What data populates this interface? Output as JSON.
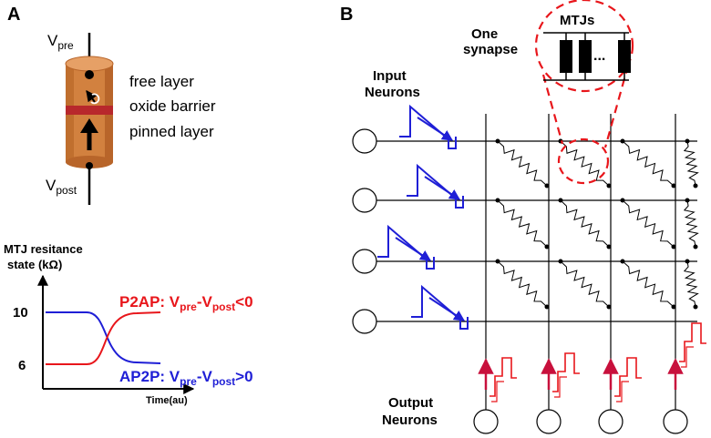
{
  "panel_a": {
    "letter": "A",
    "v_pre": "V",
    "v_pre_sub": "pre",
    "v_post": "V",
    "v_post_sub": "post",
    "free_layer": "free layer",
    "oxide_barrier": "oxide barrier",
    "pinned_layer": "pinned layer",
    "graph_ylabel_1": "MTJ resitance",
    "graph_ylabel_2": "state (kΩ)",
    "graph_xlabel": "Time(au)",
    "tick_high": "10",
    "tick_low": "6",
    "p2ap_prefix": "P2AP: V",
    "p2ap_sub1": "pre",
    "p2ap_mid": "-V",
    "p2ap_sub2": "post",
    "p2ap_suffix": "<0",
    "ap2p_prefix": "AP2P: V",
    "ap2p_sub1": "pre",
    "ap2p_mid": "-V",
    "ap2p_sub2": "post",
    "ap2p_suffix": ">0",
    "colors": {
      "p2ap": "#e8161b",
      "ap2p": "#1f1fd6",
      "cylinder": "#d2813f",
      "band": "#b8282c"
    }
  },
  "panel_b": {
    "letter": "B",
    "input_neurons_1": "Input",
    "input_neurons_2": "Neurons",
    "output_neurons_1": "Output",
    "output_neurons_2": "Neurons",
    "one_synapse_1": "One",
    "one_synapse_2": "synapse",
    "mtjs": "MTJs",
    "ellipsis": "...",
    "colors": {
      "input_pulse": "#1f1fd6",
      "output_spike": "#e8161b",
      "arrow": "#c8103c",
      "callout": "#e8161b"
    }
  }
}
